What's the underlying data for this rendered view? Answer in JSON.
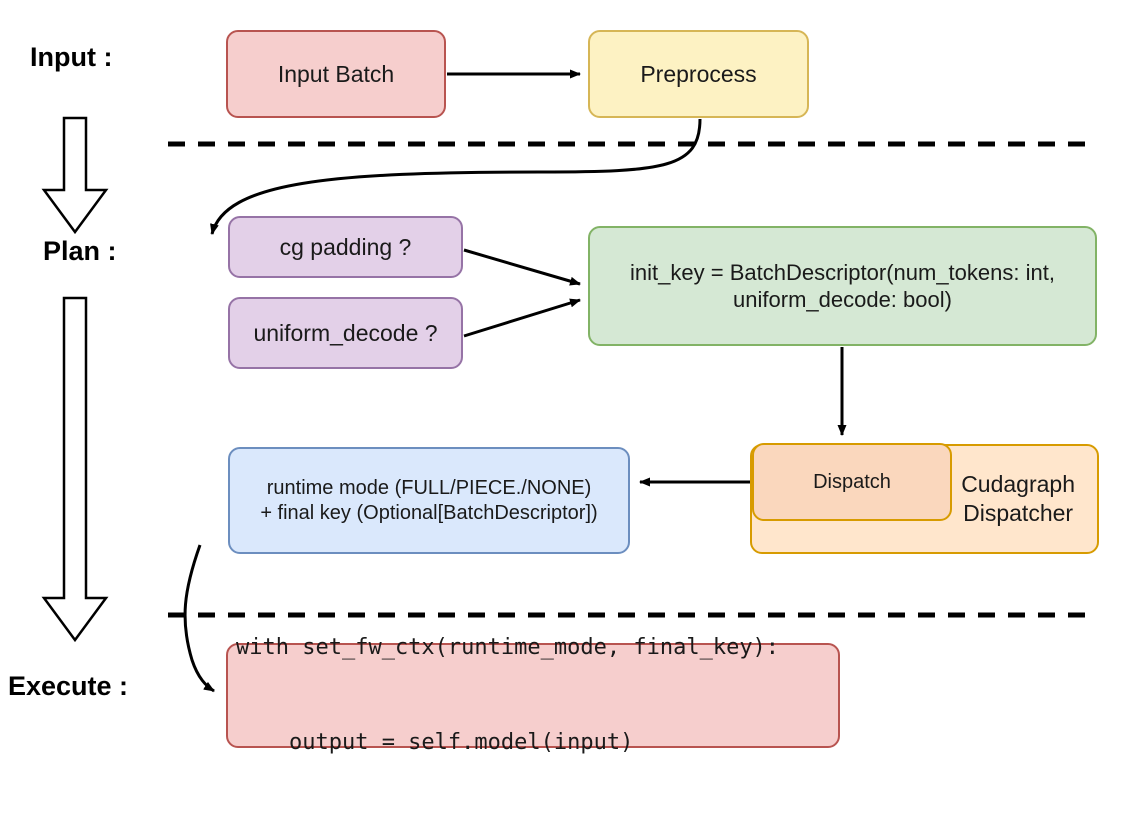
{
  "diagram": {
    "title": "vLLM cudagraph dispatch pipeline",
    "stages": [
      {
        "id": "input",
        "label": "Input :"
      },
      {
        "id": "plan",
        "label": "Plan :"
      },
      {
        "id": "execute",
        "label": "Execute :"
      }
    ],
    "nodes": {
      "input_batch": {
        "label": "Input Batch",
        "fill": "#f6cecd",
        "stroke": "#b85450"
      },
      "preprocess": {
        "label": "Preprocess",
        "fill": "#fdf2c3",
        "stroke": "#d6b656"
      },
      "cg_padding": {
        "label": "cg padding ?",
        "fill": "#e3d0e8",
        "stroke": "#9673a6"
      },
      "uniform_decode": {
        "label": "uniform_decode ?",
        "fill": "#e3d0e8",
        "stroke": "#9673a6"
      },
      "init_key": {
        "line1": "init_key = BatchDescriptor(num_tokens: int,",
        "line2": "uniform_decode: bool)",
        "fill": "#d5e8d4",
        "stroke": "#82b366"
      },
      "runtime_mode": {
        "line1": "runtime mode (FULL/PIECE./NONE)",
        "line2": "+ final key (Optional[BatchDescriptor])",
        "fill": "#dae8fc",
        "stroke": "#6c8ebf"
      },
      "cudagraph_dispatcher": {
        "line1": "Cudagraph",
        "line2": "Dispatcher",
        "fill": "#ffe6cc",
        "stroke": "#d79b00"
      },
      "dispatch": {
        "label": "Dispatch",
        "fill": "#fad7bd",
        "stroke": "#d79b00"
      },
      "code": {
        "line1": "with set_fw_ctx(runtime_mode, final_key):",
        "line2": "    output = self.model(input)",
        "fill": "#f6cecd",
        "stroke": "#b85450"
      }
    },
    "separators": {
      "count": 2,
      "style": "dashed",
      "color": "#000000"
    },
    "edges": [
      {
        "from": "input_batch",
        "to": "preprocess",
        "style": "straight-arrow"
      },
      {
        "from": "preprocess",
        "to": "cg_padding",
        "style": "curved-arrow"
      },
      {
        "from": "cg_padding",
        "to": "init_key",
        "style": "straight-arrow"
      },
      {
        "from": "uniform_decode",
        "to": "init_key",
        "style": "straight-arrow"
      },
      {
        "from": "init_key",
        "to": "dispatch",
        "style": "straight-arrow"
      },
      {
        "from": "dispatch",
        "to": "runtime_mode",
        "style": "straight-arrow"
      },
      {
        "from": "runtime_mode",
        "to": "code",
        "style": "curved-arrow"
      }
    ],
    "stage_arrows": {
      "count": 2,
      "shape": "block-arrow-down",
      "fill": "#ffffff",
      "stroke": "#000000"
    }
  }
}
